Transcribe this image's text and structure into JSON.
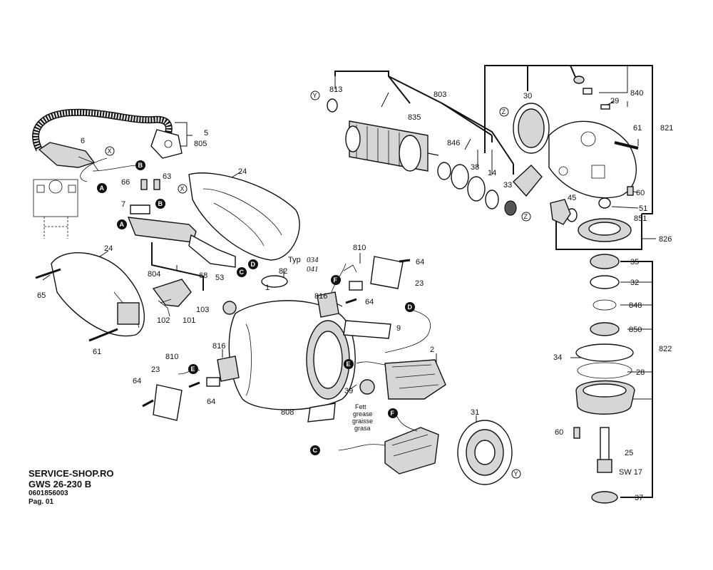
{
  "footer": {
    "shop": "SERVICE-SHOP.RO",
    "model": "GWS 26-230 B",
    "part_number": "0601856003",
    "page": "Pag. 01"
  },
  "parts": {
    "p813": "813",
    "p803": "803",
    "p835": "835",
    "p846": "846",
    "p38": "38",
    "p14": "14",
    "p33": "33",
    "p30": "30",
    "p29": "29",
    "p840": "840",
    "p61a": "61",
    "p821": "821",
    "p60a": "60",
    "p45": "45",
    "p51": "51",
    "p851": "851",
    "p826": "826",
    "p35": "35",
    "p32": "32",
    "p848": "848",
    "p850": "850",
    "p822": "822",
    "p34": "34",
    "p28": "28",
    "p60b": "60",
    "p25": "25",
    "sw17": "SW 17",
    "p37": "37",
    "p6": "6",
    "p5": "5",
    "p805": "805",
    "p66": "66",
    "p63": "63",
    "p7": "7",
    "p24a": "24",
    "p24b": "24",
    "p65": "65",
    "p804": "804",
    "p68": "68",
    "p53": "53",
    "p82": "82",
    "p102": "102",
    "p101": "101",
    "p61b": "61",
    "p810a": "810",
    "p64a": "64",
    "p23a": "23",
    "p816a": "816",
    "p64b": "64",
    "p1": "1",
    "p103": "103",
    "p9": "9",
    "p2": "2",
    "p39": "39",
    "p816b": "816",
    "p810b": "810",
    "p23b": "23",
    "p64c": "64",
    "p64d": "64",
    "p808": "808",
    "p31": "31"
  },
  "typ": {
    "label": "Typ",
    "v1": "034",
    "v2": "041"
  },
  "grease": {
    "l1": "Fett",
    "l2": "grease",
    "l3": "graisse",
    "l4": "grasa"
  },
  "markers": {
    "A": "A",
    "B": "B",
    "C": "C",
    "D": "D",
    "E": "E",
    "F": "F",
    "X": "X",
    "Y": "Y",
    "Z": "Z"
  }
}
